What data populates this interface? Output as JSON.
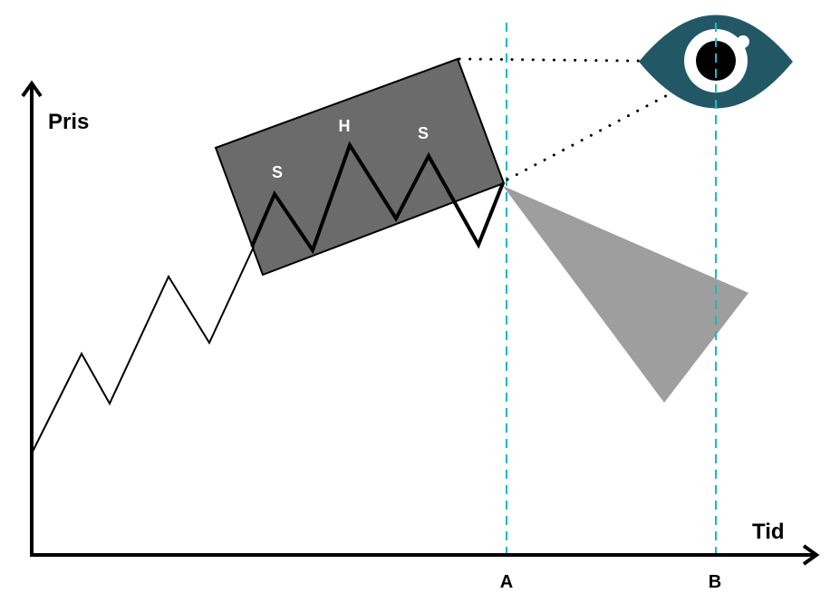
{
  "axes": {
    "y_label": "Pris",
    "x_label": "Tid"
  },
  "pattern_labels": {
    "left_shoulder": "S",
    "head": "H",
    "right_shoulder": "S"
  },
  "time_markers": {
    "a": "A",
    "b": "B"
  },
  "colors": {
    "pattern_box": "#6b6b6b",
    "forecast_cone": "#9e9e9e",
    "eye": "#225866",
    "marker_line": "#1bb8c4"
  },
  "icons": {
    "observer": "eye-icon"
  }
}
